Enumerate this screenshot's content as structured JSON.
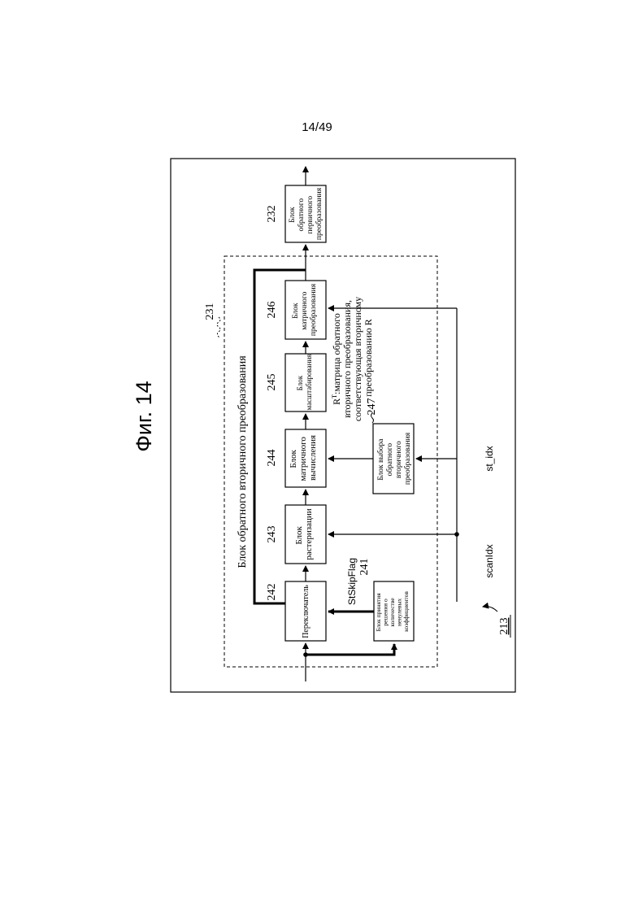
{
  "page": {
    "number": "14/49"
  },
  "figure": {
    "title": "Фиг. 14"
  },
  "device": {
    "ref": "213"
  },
  "group": {
    "ref": "231",
    "label": "Блок обратного вторичного преобразования"
  },
  "blocks": {
    "b232": {
      "ref": "232",
      "lines": [
        "Блок",
        "обратного",
        "первичного",
        "преобразования"
      ]
    },
    "b246": {
      "ref": "246",
      "lines": [
        "Блок",
        "матричного",
        "преобразования"
      ]
    },
    "b245": {
      "ref": "245",
      "lines": [
        "Блок",
        "масштабирования"
      ]
    },
    "b244": {
      "ref": "244",
      "lines": [
        "Блок",
        "матричного",
        "вычисления"
      ]
    },
    "b243": {
      "ref": "243",
      "lines": [
        "Блок",
        "растеризации"
      ]
    },
    "b242": {
      "ref": "242",
      "lines": [
        "Переключатель"
      ]
    },
    "b241": {
      "ref": "241",
      "lines": [
        "Блок принятия",
        "решения о",
        "количестве",
        "ненулевых",
        "коэффициентов"
      ]
    },
    "b247": {
      "ref": "247",
      "lines": [
        "Блок выбора",
        "обратного",
        "вторичного",
        "преобразования"
      ]
    }
  },
  "signals": {
    "flag": "StSkipFlag",
    "scan": "scanIdx",
    "st": "st_idx"
  },
  "annotation": {
    "lines": [
      "R",
      ":матрица обратного",
      "вторичного преобразования,",
      "соответствующая вторичному",
      "преобразованию R"
    ],
    "superscript": "T"
  }
}
